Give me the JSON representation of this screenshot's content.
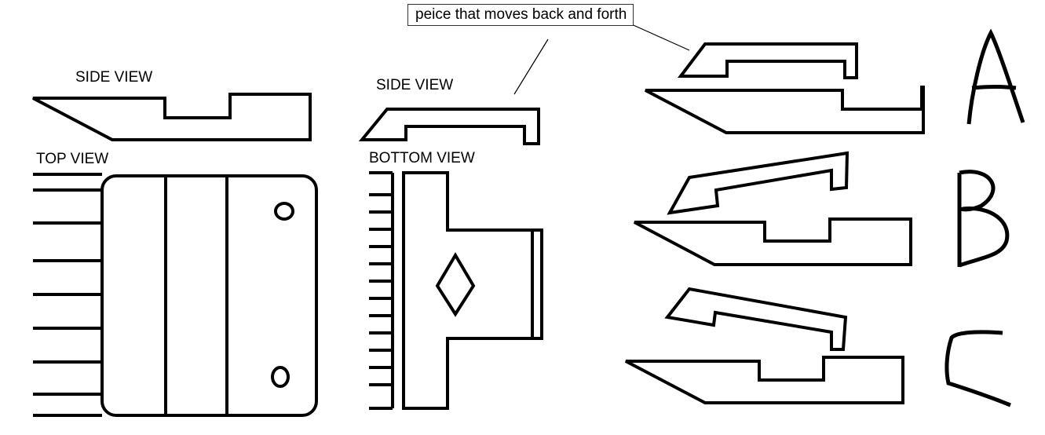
{
  "labels": {
    "side_view_left": "SIDE VIEW",
    "top_view": "TOP VIEW",
    "side_view_middle": "SIDE VIEW",
    "bottom_view": "BOTTOM VIEW",
    "callout": "peice that moves  back and forth"
  },
  "variants": [
    "A",
    "B",
    "C"
  ],
  "colors": {
    "stroke": "#000000",
    "background": "#ffffff"
  }
}
